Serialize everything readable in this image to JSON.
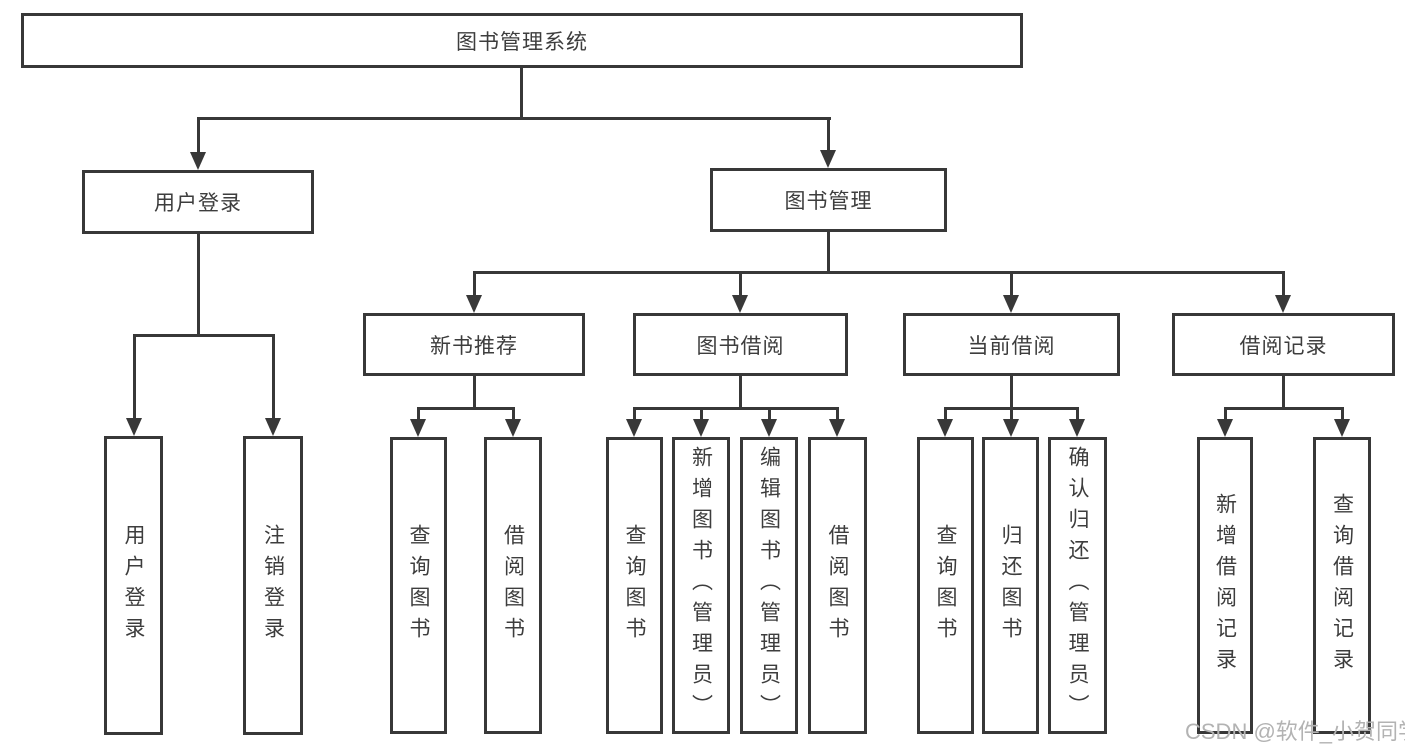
{
  "diagram": {
    "root": {
      "label": "图书管理系统"
    },
    "branches": [
      {
        "label": "用户登录",
        "children": [
          {
            "label": "用户登录"
          },
          {
            "label": "注销登录"
          }
        ]
      },
      {
        "label": "图书管理",
        "children": [
          {
            "label": "新书推荐",
            "children": [
              {
                "label": "查询图书"
              },
              {
                "label": "借阅图书"
              }
            ]
          },
          {
            "label": "图书借阅",
            "children": [
              {
                "label": "查询图书"
              },
              {
                "label": "新增图书（管理员）"
              },
              {
                "label": "编辑图书（管理员）"
              },
              {
                "label": "借阅图书"
              }
            ]
          },
          {
            "label": "当前借阅",
            "children": [
              {
                "label": "查询图书"
              },
              {
                "label": "归还图书"
              },
              {
                "label": "确认归还（管理员）"
              }
            ]
          },
          {
            "label": "借阅记录",
            "children": [
              {
                "label": "新增借阅记录"
              },
              {
                "label": "查询借阅记录"
              }
            ]
          }
        ]
      }
    ]
  },
  "watermark": {
    "text": "CSDN @软件_小贺同学"
  },
  "colors": {
    "line": "#383838",
    "text": "#3d3d3d",
    "watermark": "#b3b3b3",
    "background": "#ffffff"
  }
}
